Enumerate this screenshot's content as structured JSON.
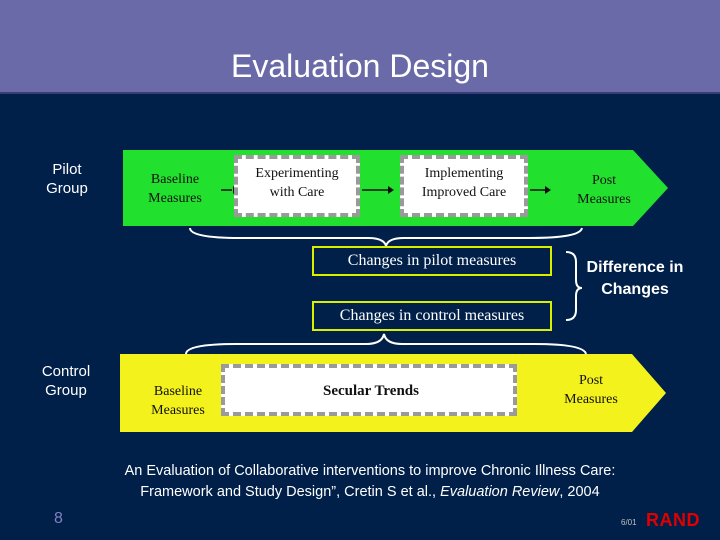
{
  "title": "Evaluation Design",
  "pilot": {
    "group_label": "Pilot Group",
    "stages": [
      "Baseline Measures",
      "Experimenting with Care",
      "Implementing Improved Care",
      "Post Measures"
    ]
  },
  "control": {
    "group_label": "Control Group",
    "stages": [
      "Baseline Measures",
      "Secular Trends",
      "Post Measures"
    ]
  },
  "changes": {
    "pilot": "Changes in pilot measures",
    "control": "Changes in control measures",
    "difference": "Difference in Changes"
  },
  "citation": {
    "line1": "An Evaluation of Collaborative interventions to improve Chronic Illness Care:",
    "line2_prefix": "Framework and Study Design”, Cretin S et al., ",
    "journal": "Evaluation Review",
    "line2_suffix": ", 2004"
  },
  "footer": {
    "page_number": "8",
    "slide_code": "6/01",
    "brand": "RAND"
  },
  "colors": {
    "background": "#00204a",
    "title_band": "#6b6aa8",
    "pilot_arrow": "#22e02e",
    "control_arrow": "#f4f21c",
    "highlight_border": "#d8f000"
  }
}
